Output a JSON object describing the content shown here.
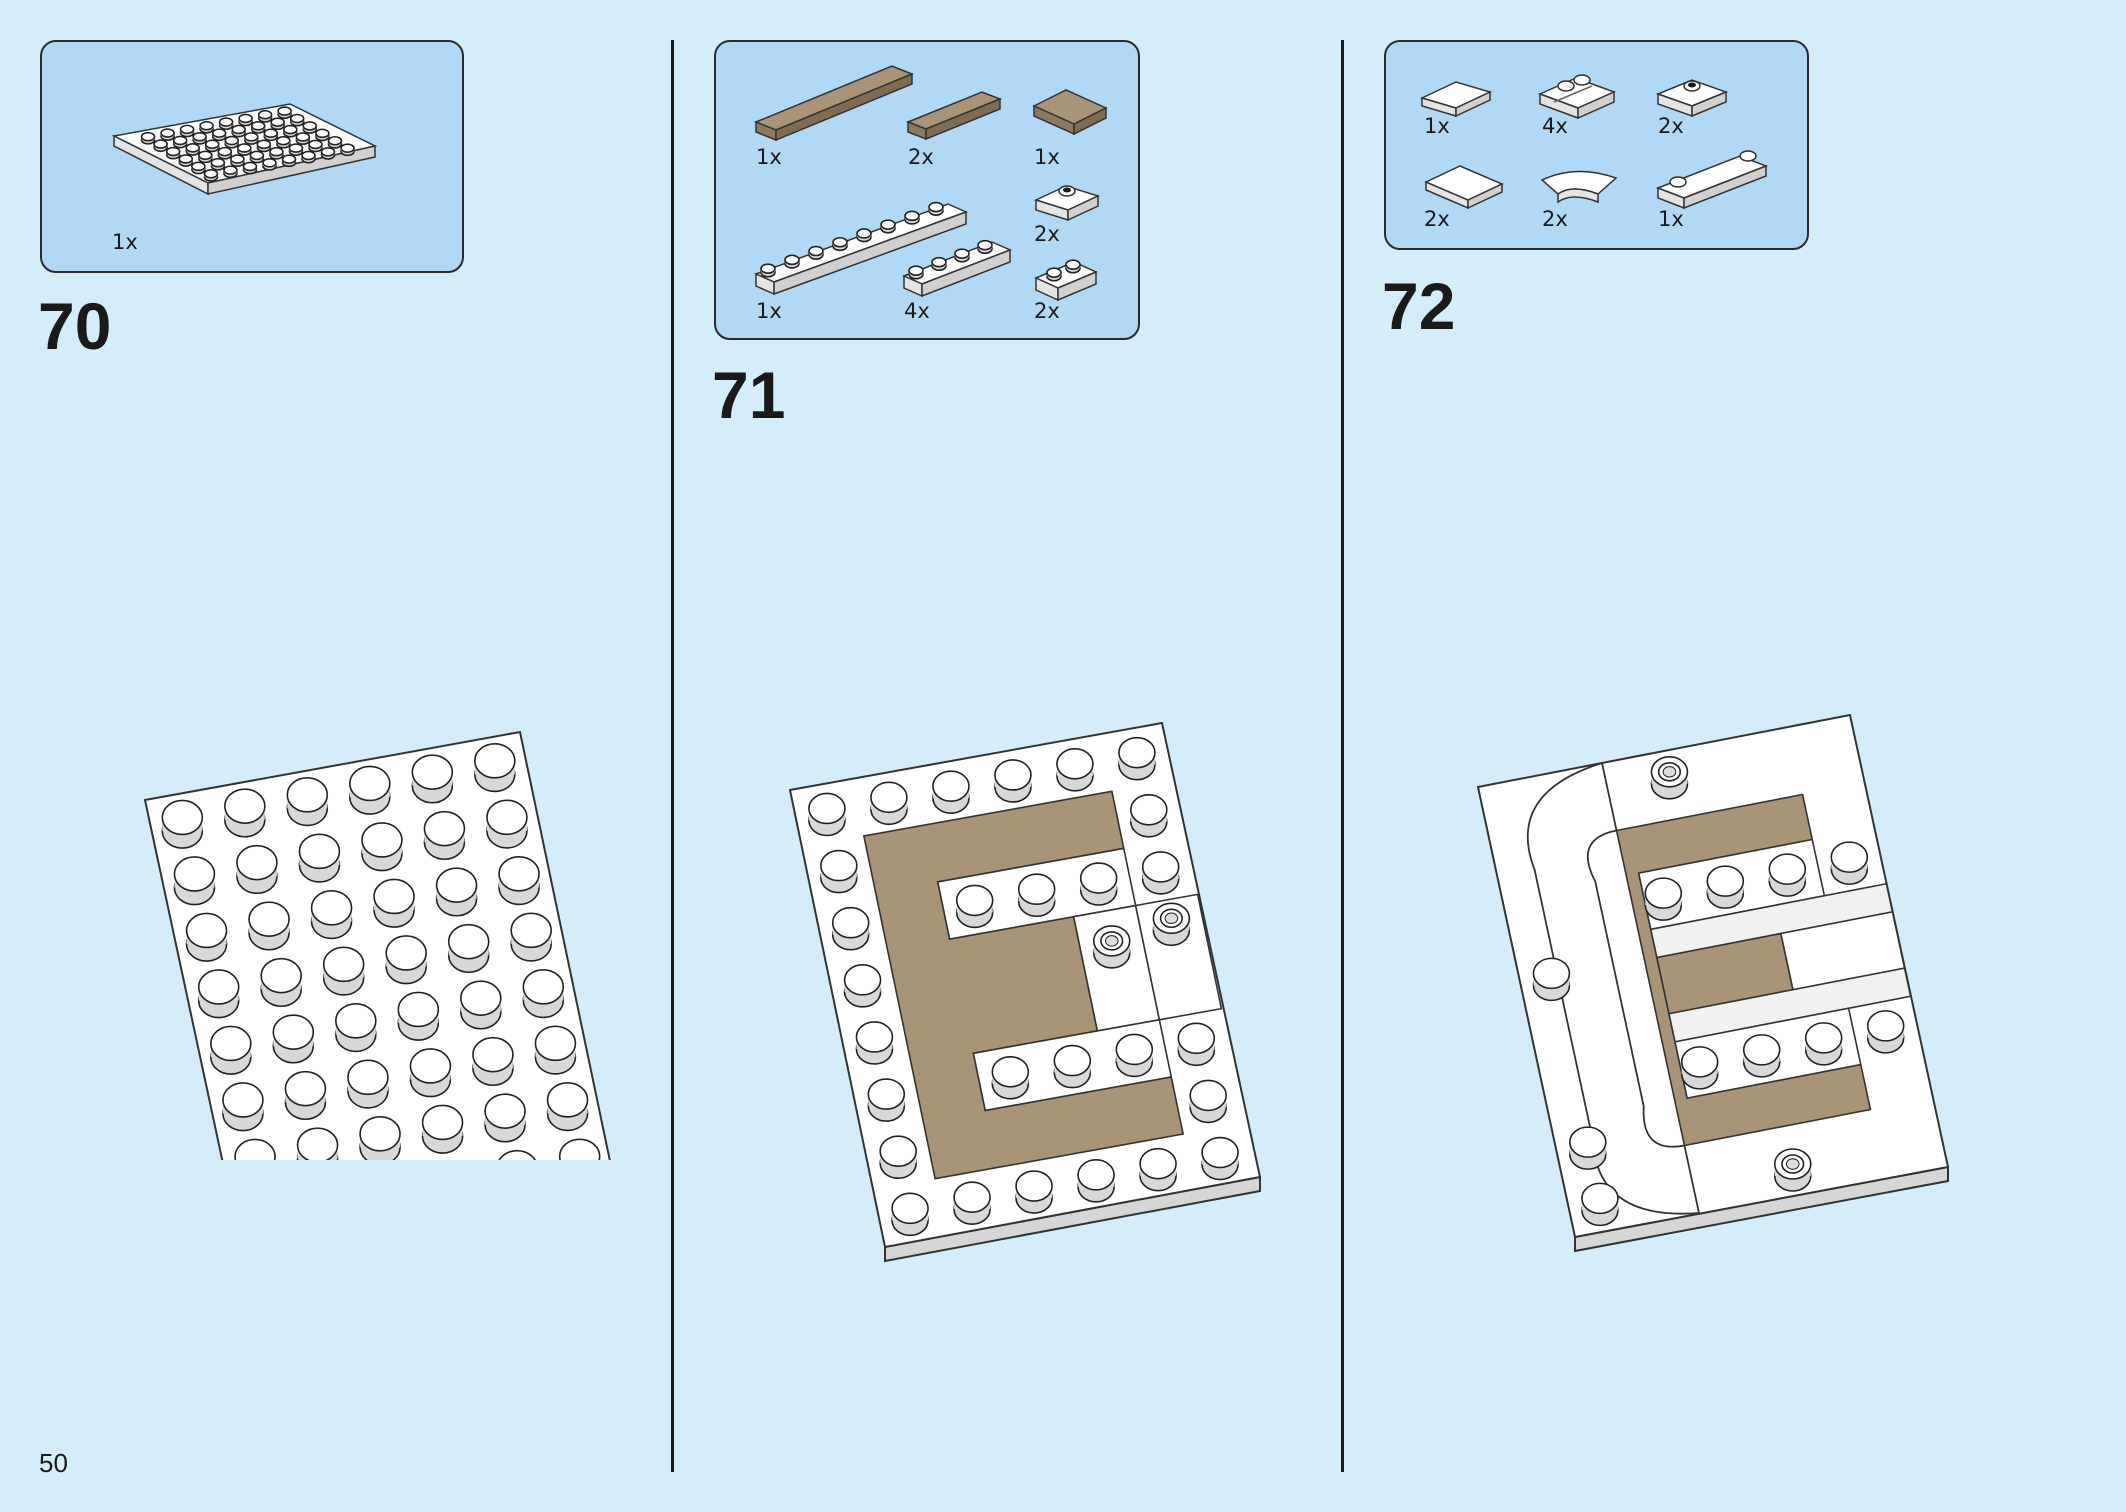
{
  "page": {
    "number": "50",
    "background": "#d3edfb",
    "parts_box_color": "#b1d9f6",
    "tan_color": "#a99478"
  },
  "steps": [
    {
      "number": "70",
      "parts": [
        {
          "name": "plate-6x8-white",
          "qty": "1x"
        }
      ]
    },
    {
      "number": "71",
      "parts": [
        {
          "name": "tile-1x6-tan",
          "qty": "1x"
        },
        {
          "name": "tile-1x4-tan",
          "qty": "2x"
        },
        {
          "name": "tile-2x2-tan",
          "qty": "1x"
        },
        {
          "name": "jumper-plate-1x2-white",
          "qty": "2x"
        },
        {
          "name": "plate-1x8-white",
          "qty": "1x"
        },
        {
          "name": "plate-1x4-white",
          "qty": "4x"
        },
        {
          "name": "plate-1x2-white",
          "qty": "2x"
        }
      ]
    },
    {
      "number": "72",
      "parts": [
        {
          "name": "tile-1x2-white",
          "qty": "1x"
        },
        {
          "name": "plate-modified-1x2-rail-white",
          "qty": "4x"
        },
        {
          "name": "jumper-plate-1x2-white",
          "qty": "2x"
        },
        {
          "name": "tile-corner-2x2-white",
          "qty": "2x"
        },
        {
          "name": "tile-curved-2x2-white",
          "qty": "2x"
        },
        {
          "name": "plate-1x4-studs-ends-white",
          "qty": "1x"
        }
      ]
    }
  ]
}
